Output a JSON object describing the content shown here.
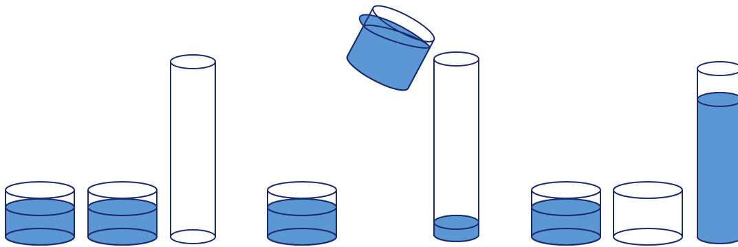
{
  "colors": {
    "outline": "#1a2a6c",
    "water": "#5b97d5",
    "background": "#ffffff"
  },
  "stages": [
    {
      "containers": [
        {
          "type": "wide-beaker",
          "fill_level": 0.5
        },
        {
          "type": "wide-beaker",
          "fill_level": 0.5
        },
        {
          "type": "tall-cylinder",
          "fill_level": 0.0
        }
      ]
    },
    {
      "containers": [
        {
          "type": "wide-beaker",
          "fill_level": 0.5
        },
        {
          "type": "wide-beaker",
          "state": "tilted-pouring",
          "fill_level": 0.5
        },
        {
          "type": "tall-cylinder",
          "fill_level": 0.1
        }
      ]
    },
    {
      "containers": [
        {
          "type": "wide-beaker",
          "fill_level": 0.5
        },
        {
          "type": "wide-beaker",
          "fill_level": 0.0
        },
        {
          "type": "tall-cylinder",
          "fill_level": 0.8
        }
      ]
    }
  ]
}
